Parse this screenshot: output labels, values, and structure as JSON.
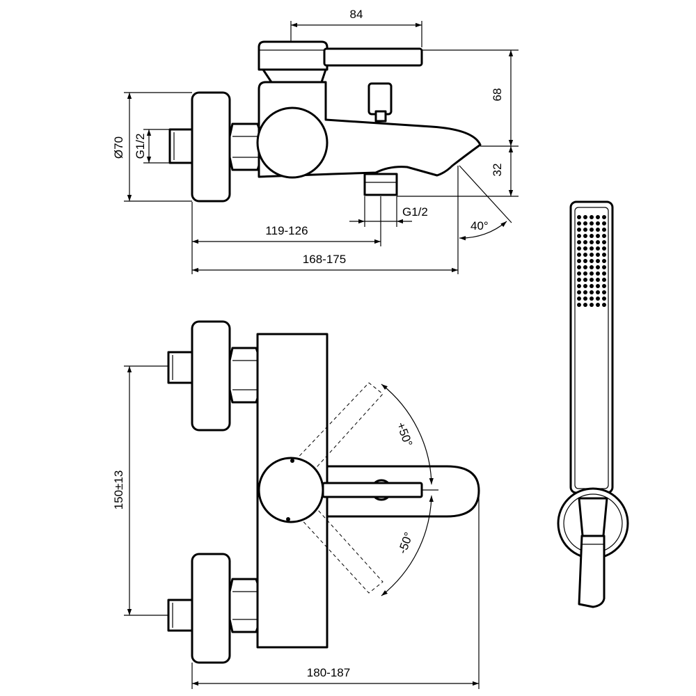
{
  "dimensions": {
    "top_lever_width": "84",
    "top_height": "68",
    "spout_height": "32",
    "flange_diameter": "Ø70",
    "inlet_thread": "G1/2",
    "outlet_thread": "G1/2",
    "outlet_distance": "119-126",
    "spout_reach": "168-175",
    "spout_angle": "40°",
    "inlet_spacing": "150±13",
    "lever_swing_plus": "+50°",
    "lever_swing_minus": "-50°",
    "total_depth": "180-187"
  }
}
